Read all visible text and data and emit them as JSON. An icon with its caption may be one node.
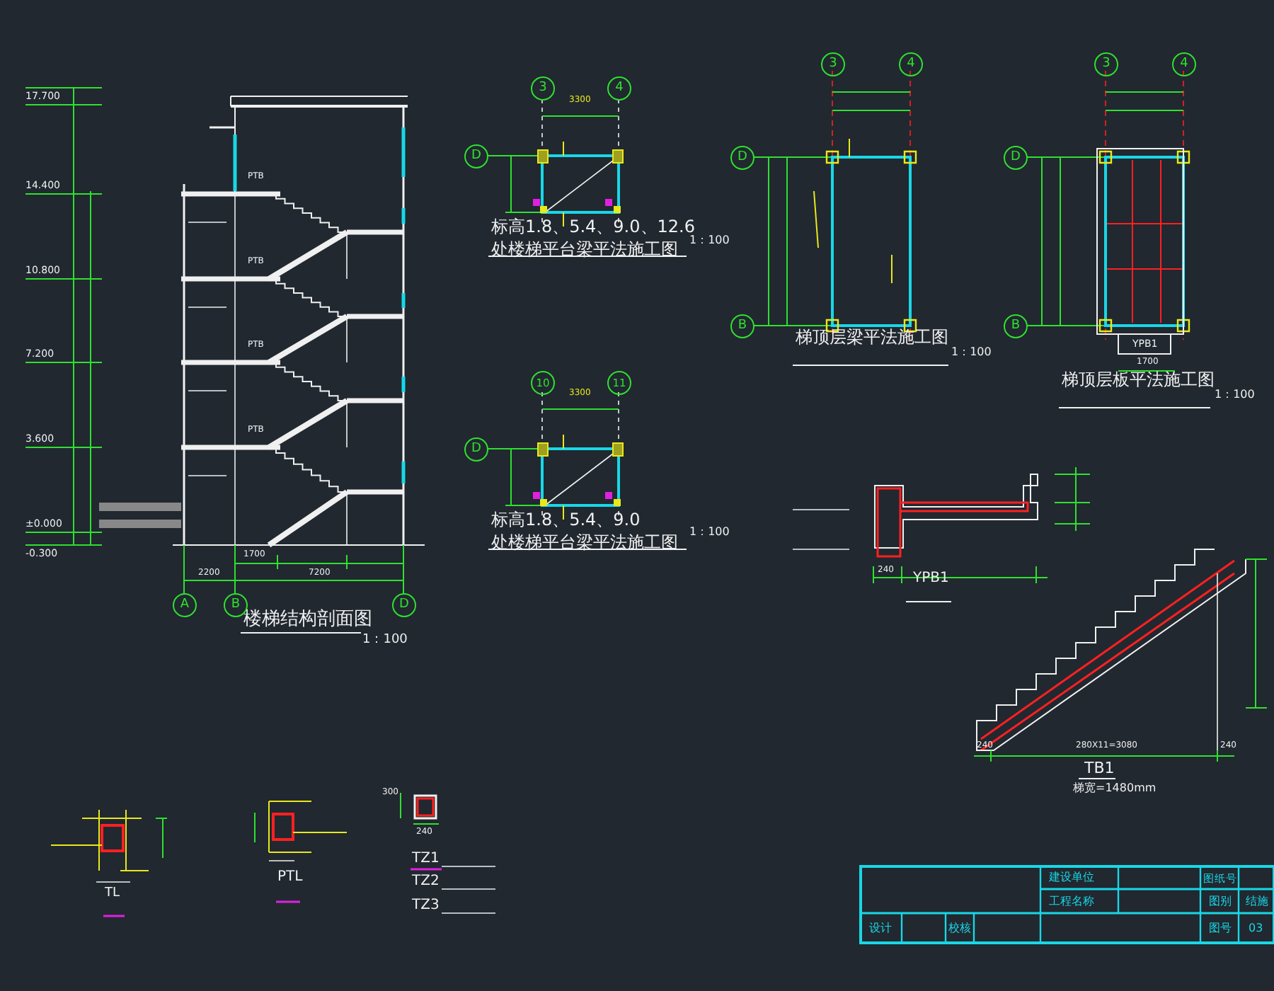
{
  "diagram": {
    "nodes": [
      {
        "text": [
          "A"
        ]
      },
      {
        "text": [
          "B"
        ]
      },
      {
        "text": [
          "D"
        ]
      },
      {
        "text": [
          "3"
        ]
      },
      {
        "text": [
          "4"
        ]
      },
      {
        "text": [
          "D"
        ]
      },
      {
        "text": [
          "10"
        ]
      },
      {
        "text": [
          "11"
        ]
      },
      {
        "text": [
          "D"
        ]
      },
      {
        "text": [
          "3"
        ]
      },
      {
        "text": [
          "4"
        ]
      },
      {
        "text": [
          "D"
        ]
      },
      {
        "text": [
          "B"
        ]
      },
      {
        "text": [
          "3"
        ]
      },
      {
        "text": [
          "4"
        ]
      },
      {
        "text": [
          "D"
        ]
      },
      {
        "text": [
          "B"
        ]
      }
    ],
    "labels": [
      "17.700",
      "14.400",
      "10.800",
      "7.200",
      "3.600",
      "±0.000",
      "-0.300",
      "PTB",
      "PTB",
      "PTB",
      "PTB",
      "2200",
      "1700",
      "7200",
      "楼梯结构剖面图",
      "1：100",
      "3300",
      "标高1.8、5.4、9.0、12.6",
      "处楼梯平台梁平法施工图",
      "1：100",
      "3300",
      "标高1.8、5.4、9.0",
      "处楼梯平台梁平法施工图",
      "1：100",
      "梯顶层梁平法施工图",
      "1：100",
      "梯顶层板平法施工图",
      "1：100",
      "YPB1",
      "1700",
      "240",
      "YPB1",
      "240",
      "280X11=3080",
      "240",
      "TB1",
      "梯宽=1480mm",
      "TL",
      "PTL",
      "300",
      "240",
      "TZ1",
      "TZ2",
      "TZ3",
      "建设单位",
      "图纸号",
      "工程名称",
      "图别",
      "结施",
      "设计",
      "校核",
      "图号",
      "03"
    ]
  }
}
